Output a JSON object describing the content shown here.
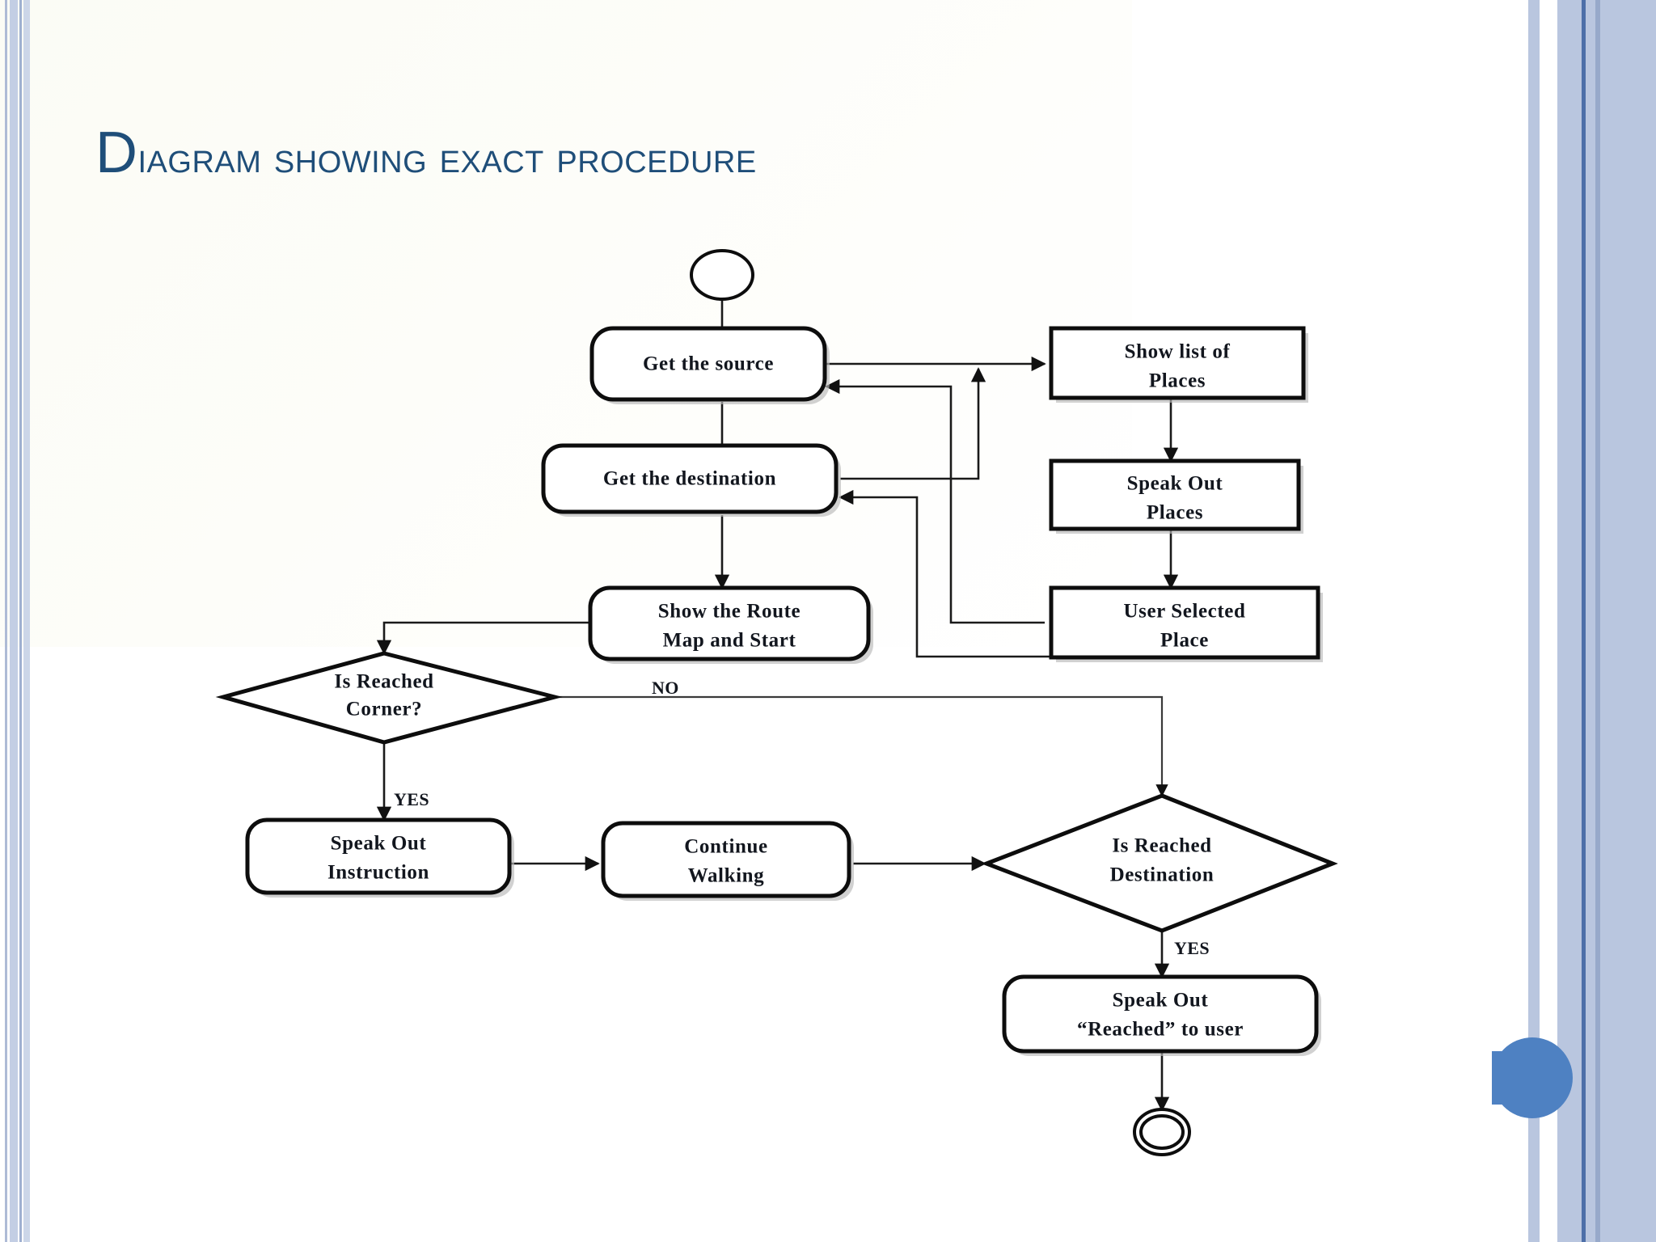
{
  "slide": {
    "title": "Diagram showing exact procedure",
    "title_first_letter": "D",
    "title_rest": "iagram showing exact procedure",
    "title_color": "#1F4E79",
    "background_color": "#ffffff",
    "accent_color": "#4E81C2"
  },
  "decorations": {
    "blue_circle_label": "blue-circle-decoration",
    "left_border_label": "left-border-stripes",
    "right_border_label": "right-border-stripes"
  },
  "flowchart": {
    "type": "uml-activity-flowchart",
    "nodes": [
      {
        "id": "start",
        "shape": "circle",
        "label": ""
      },
      {
        "id": "get_source",
        "shape": "rounded-rectangle",
        "label": "Get the source",
        "lines": [
          "Get the source"
        ]
      },
      {
        "id": "get_dest",
        "shape": "rounded-rectangle",
        "label": "Get the destination",
        "lines": [
          "Get the destination"
        ]
      },
      {
        "id": "show_list",
        "shape": "rectangle",
        "label": "Show list of Places",
        "lines": [
          "Show list of",
          "Places"
        ]
      },
      {
        "id": "speak_places",
        "shape": "rectangle",
        "label": "Speak Out Places",
        "lines": [
          "Speak Out",
          "Places"
        ]
      },
      {
        "id": "user_sel",
        "shape": "rectangle",
        "label": "User Selected Place",
        "lines": [
          "User Selected",
          "Place"
        ]
      },
      {
        "id": "show_route",
        "shape": "rounded-rectangle",
        "label": "Show the Route Map and Start",
        "lines": [
          "Show the Route",
          "Map and Start"
        ]
      },
      {
        "id": "corner_dec",
        "shape": "diamond",
        "label": "Is Reached Corner?",
        "lines": [
          "Is Reached",
          "Corner?"
        ]
      },
      {
        "id": "speak_instr",
        "shape": "rounded-rectangle",
        "label": "Speak Out Instruction",
        "lines": [
          "Speak Out",
          "Instruction"
        ]
      },
      {
        "id": "continue",
        "shape": "rounded-rectangle",
        "label": "Continue Walking",
        "lines": [
          "Continue",
          "Walking"
        ]
      },
      {
        "id": "dest_dec",
        "shape": "diamond",
        "label": "Is Reached Destination",
        "lines": [
          "Is Reached",
          "Destination"
        ]
      },
      {
        "id": "speak_reach",
        "shape": "rounded-rectangle",
        "label": "Speak Out “Reached” to user",
        "lines": [
          "Speak Out",
          "“Reached” to user"
        ]
      },
      {
        "id": "end",
        "shape": "double-circle",
        "label": ""
      }
    ],
    "edge_labels": {
      "corner_no": "NO",
      "corner_yes": "YES",
      "dest_yes": "YES"
    },
    "edges": [
      {
        "from": "start",
        "to": "get_source",
        "label": ""
      },
      {
        "from": "get_source",
        "to": "get_dest",
        "label": ""
      },
      {
        "from": "get_source",
        "to": "show_list",
        "label": ""
      },
      {
        "from": "get_dest",
        "to": "show_list",
        "label": ""
      },
      {
        "from": "show_list",
        "to": "speak_places",
        "label": ""
      },
      {
        "from": "speak_places",
        "to": "user_sel",
        "label": ""
      },
      {
        "from": "user_sel",
        "to": "get_source",
        "label": ""
      },
      {
        "from": "user_sel",
        "to": "get_dest",
        "label": ""
      },
      {
        "from": "get_dest",
        "to": "show_route",
        "label": ""
      },
      {
        "from": "show_route",
        "to": "corner_dec",
        "label": ""
      },
      {
        "from": "corner_dec",
        "to": "speak_instr",
        "label": "YES"
      },
      {
        "from": "corner_dec",
        "to": "dest_dec",
        "label": "NO"
      },
      {
        "from": "speak_instr",
        "to": "continue",
        "label": ""
      },
      {
        "from": "continue",
        "to": "dest_dec",
        "label": ""
      },
      {
        "from": "dest_dec",
        "to": "speak_reach",
        "label": "YES"
      },
      {
        "from": "speak_reach",
        "to": "end",
        "label": ""
      }
    ],
    "node_text": {
      "get_source_l1": "Get the source",
      "get_dest_l1": "Get the destination",
      "show_list_l1": "Show list of",
      "show_list_l2": "Places",
      "speak_places_l1": "Speak Out",
      "speak_places_l2": "Places",
      "user_sel_l1": "User Selected",
      "user_sel_l2": "Place",
      "show_route_l1": "Show the Route",
      "show_route_l2": "Map and Start",
      "corner_dec_l1": "Is Reached",
      "corner_dec_l2": "Corner?",
      "speak_instr_l1": "Speak Out",
      "speak_instr_l2": "Instruction",
      "continue_l1": "Continue",
      "continue_l2": "Walking",
      "dest_dec_l1": "Is Reached",
      "dest_dec_l2": "Destination",
      "speak_reach_l1": "Speak Out",
      "speak_reach_l2": "“Reached” to user"
    }
  }
}
